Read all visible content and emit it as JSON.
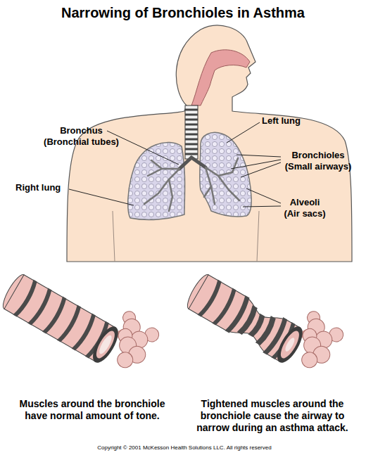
{
  "diagram": {
    "title": "Narrowing of Bronchioles in Asthma",
    "labels": [
      "Bronchus (Bronchial tubes)",
      "Left lung",
      "Bronchioles (Small airways)",
      "Right lung",
      "Alveoli (Air sacs)",
      "Muscles around the bronchiole have normal amount of tone.",
      "Tightened muscles around the bronchiole cause the airway to narrow during an asthma attack.",
      "Copyright © 2001 McKesson Health Solutions LLC. All rights reserved"
    ]
  }
}
